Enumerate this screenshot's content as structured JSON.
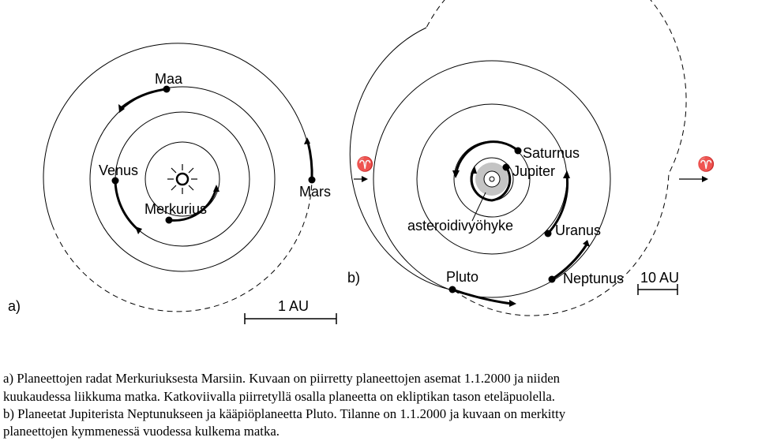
{
  "panel_a": {
    "label": "a)",
    "planets": {
      "earth": "Maa",
      "venus": "Venus",
      "mercury": "Merkurius",
      "mars": "Mars"
    },
    "scale_label": "1 AU",
    "aries_symbol": "♈"
  },
  "panel_b": {
    "label": "b)",
    "planets": {
      "saturn": "Saturnus",
      "jupiter": "Jupiter",
      "uranus": "Uranus",
      "neptune": "Neptunus",
      "pluto": "Pluto"
    },
    "asteroid_belt": "asteroidivyöhyke",
    "scale_label": "10 AU",
    "aries_symbol": "♈"
  },
  "caption": {
    "line1": "a) Planeettojen radat Merkuriuksesta Marsiin. Kuvaan on piirretty planeettojen asemat 1.1.2000 ja niiden",
    "line2": "kuukaudessa liikkuma matka. Katkoviivalla piirretyllä osalla planeetta on ekliptikan tason eteläpuolella.",
    "line3": "b) Planeetat Jupiterista Neptunukseen ja kääpiöplaneetta Pluto. Tilanne on 1.1.2000 ja kuvaan on merkitty",
    "line4": "planeettojen kymmenessä vuodessa kulkema matka."
  }
}
